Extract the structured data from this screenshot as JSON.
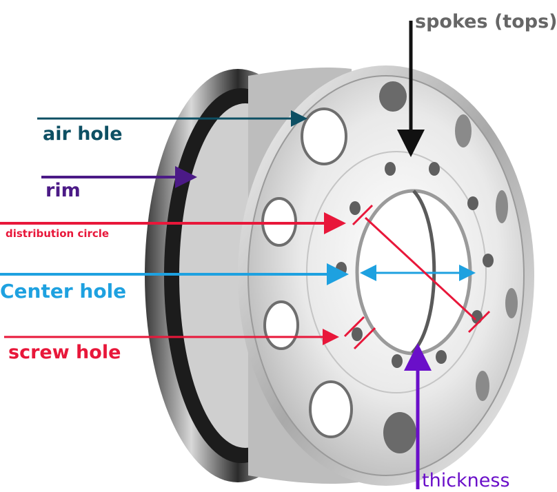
{
  "labels": {
    "spokes": "spokes (tops)",
    "air_hole": "air hole",
    "rim": "rim",
    "distribution_circle": "distribution circle",
    "center_hole": "Center hole",
    "screw_hole": "screw hole",
    "thickness": "thickness"
  },
  "colors": {
    "spokes": "#111111",
    "air_hole": "#0d4f63",
    "rim": "#4b1a86",
    "distribution_circle": "#e8173a",
    "center_hole": "#1ea1e0",
    "screw_hole": "#e8173a",
    "thickness": "#6a0fc9",
    "label_spokes": "#666666"
  }
}
